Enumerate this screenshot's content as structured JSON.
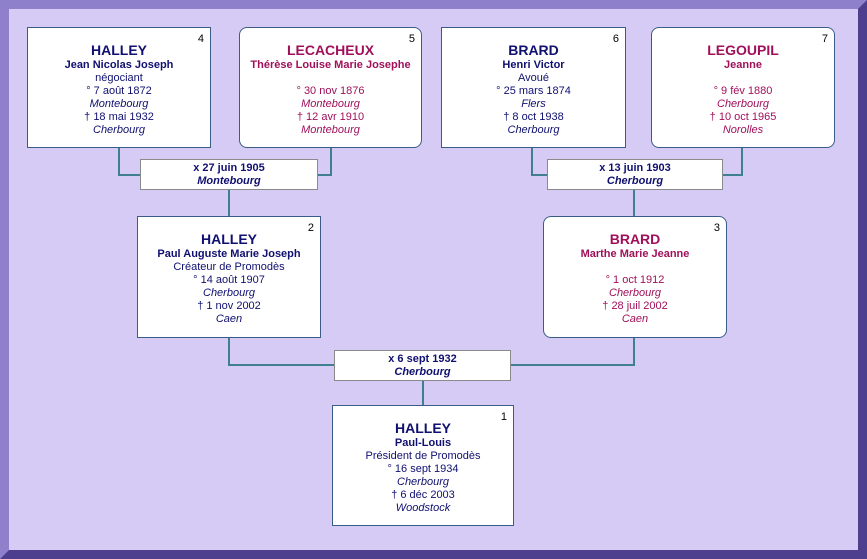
{
  "colors": {
    "background": "#d5cbf5",
    "frame": "#6e5eb0",
    "connector": "#3f7f8f",
    "male_text": "#101070",
    "female_text": "#a0105a"
  },
  "persons": {
    "p1": {
      "number": "1",
      "surname": "HALLEY",
      "given": "Paul-Louis",
      "occupation": "Président de Promodès",
      "birth_date": "° 16 sept 1934",
      "birth_place": "Cherbourg",
      "death_date": "† 6 déc 2003",
      "death_place": "Woodstock"
    },
    "p2": {
      "number": "2",
      "surname": "HALLEY",
      "given": "Paul Auguste Marie Joseph",
      "occupation": "Créateur de Promodès",
      "birth_date": "° 14 août 1907",
      "birth_place": "Cherbourg",
      "death_date": "† 1 nov 2002",
      "death_place": "Caen"
    },
    "p3": {
      "number": "3",
      "surname": "BRARD",
      "given": "Marthe Marie Jeanne",
      "occupation": "",
      "birth_date": "° 1 oct 1912",
      "birth_place": "Cherbourg",
      "death_date": "† 28 juil 2002",
      "death_place": "Caen"
    },
    "p4": {
      "number": "4",
      "surname": "HALLEY",
      "given": "Jean Nicolas Joseph",
      "occupation": "négociant",
      "birth_date": "° 7 août 1872",
      "birth_place": "Montebourg",
      "death_date": "† 18 mai 1932",
      "death_place": "Cherbourg"
    },
    "p5": {
      "number": "5",
      "surname": "LECACHEUX",
      "given": "Thérèse Louise Marie Josephe",
      "occupation": "",
      "birth_date": "° 30 nov 1876",
      "birth_place": "Montebourg",
      "death_date": "† 12 avr 1910",
      "death_place": "Montebourg"
    },
    "p6": {
      "number": "6",
      "surname": "BRARD",
      "given": "Henri Victor",
      "occupation": "Avoué",
      "birth_date": "° 25 mars 1874",
      "birth_place": "Flers",
      "death_date": "† 8 oct 1938",
      "death_place": "Cherbourg"
    },
    "p7": {
      "number": "7",
      "surname": "LEGOUPIL",
      "given": "Jeanne",
      "occupation": "",
      "birth_date": "° 9 fév 1880",
      "birth_place": "Cherbourg",
      "death_date": "† 10 oct 1965",
      "death_place": "Norolles"
    }
  },
  "marriages": {
    "m45": {
      "date": "x 27 juin 1905",
      "place": "Montebourg"
    },
    "m67": {
      "date": "x 13 juin 1903",
      "place": "Cherbourg"
    },
    "m23": {
      "date": "x 6 sept 1932",
      "place": "Cherbourg"
    }
  }
}
